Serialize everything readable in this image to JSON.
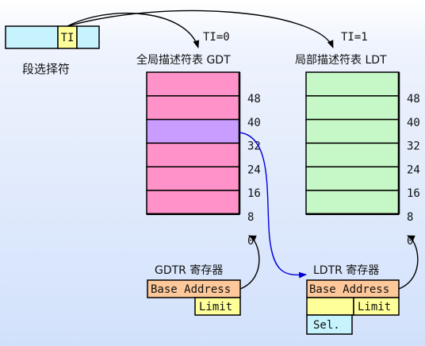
{
  "selector": {
    "label": "段选择符",
    "ti_field": "TI"
  },
  "gdt": {
    "ti_label": "TI=0",
    "title": "全局描述符表 GDT",
    "rows": 6,
    "highlight_row": 2,
    "color": "#ff93c9",
    "highlight_color": "#c99cff",
    "offsets": [
      "48",
      "40",
      "32",
      "24",
      "16",
      "8",
      "0"
    ]
  },
  "ldt": {
    "ti_label": "TI=1",
    "title": "局部描述符表 LDT",
    "rows": 6,
    "color": "#c6f7c6",
    "offsets": [
      "48",
      "40",
      "32",
      "24",
      "16",
      "8",
      "0"
    ]
  },
  "gdtr": {
    "title": "GDTR 寄存器",
    "base_label": "Base Address",
    "limit_label": "Limit"
  },
  "ldtr": {
    "title": "LDTR 寄存器",
    "base_label": "Base Address",
    "limit_label": "Limit",
    "sel_label": "Sel."
  },
  "colors": {
    "selector_fill": "#c7f3ff",
    "ti_fill": "#ffff99",
    "base_fill": "#ffc89a",
    "limit_fill": "#ffff99",
    "sel_fill": "#c7f3ff",
    "pointer_arrow": "#0000dd",
    "arrow": "#000000"
  }
}
